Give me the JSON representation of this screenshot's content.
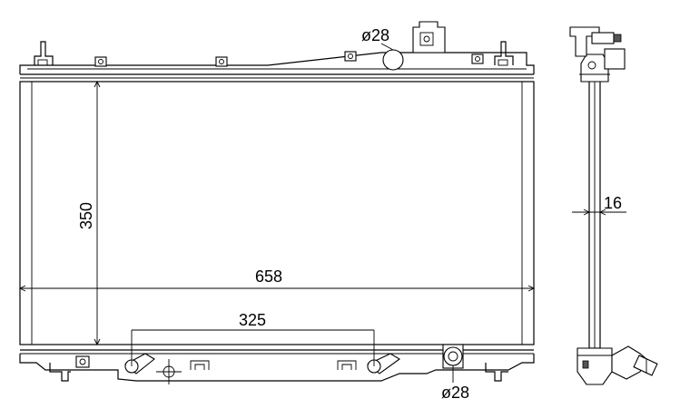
{
  "dimensions": {
    "height": "350",
    "width": "658",
    "pipe_spacing": "325",
    "top_inlet_diameter": "ø28",
    "bottom_outlet_diameter": "ø28",
    "core_thickness": "16"
  }
}
